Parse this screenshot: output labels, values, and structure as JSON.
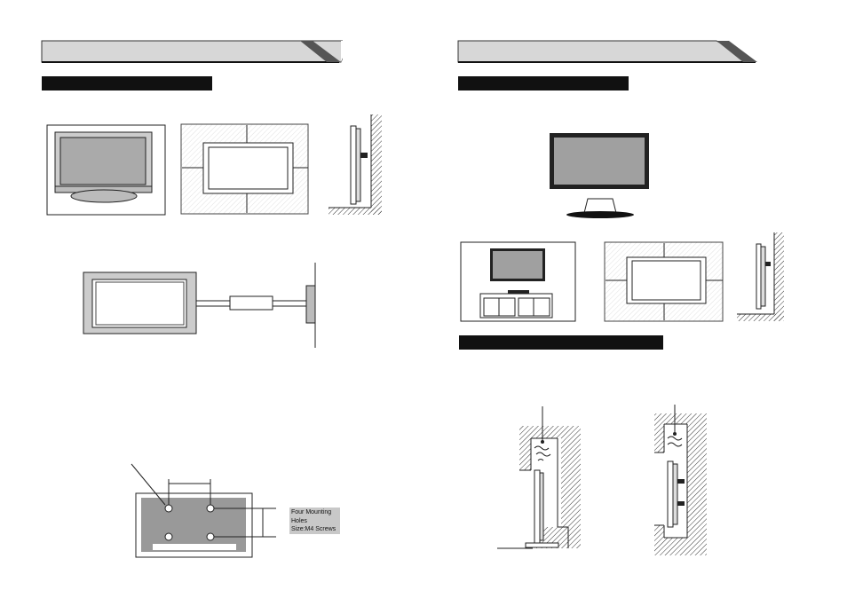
{
  "mounting_label": {
    "line1": "Four Mounting",
    "line2": "Holes",
    "line3": "Size:M4 Screws"
  }
}
